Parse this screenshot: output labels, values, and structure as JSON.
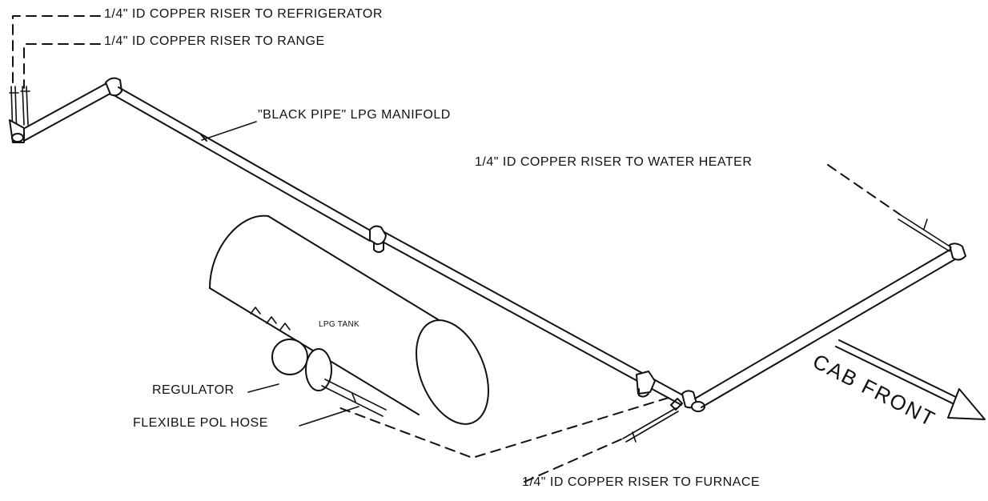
{
  "labels": {
    "riser_refrigerator": "1/4\" ID COPPER RISER TO REFRIGERATOR",
    "riser_range": "1/4\" ID COPPER RISER TO RANGE",
    "manifold": "\"BLACK PIPE\" LPG MANIFOLD",
    "riser_water_heater": "1/4\" ID COPPER RISER TO WATER HEATER",
    "lpg_tank": "LPG TANK",
    "regulator": "REGULATOR",
    "flexible_hose": "FLEXIBLE POL HOSE",
    "cab_front": "CAB FRONT",
    "riser_furnace": "1/4\" ID COPPER RISER TO FURNACE"
  }
}
